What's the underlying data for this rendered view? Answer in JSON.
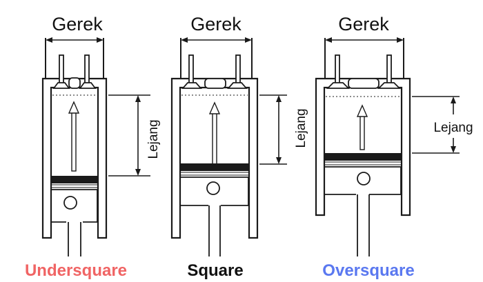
{
  "diagram": {
    "engines": [
      {
        "bore_label": "Gerek",
        "stroke_label": "Lejang",
        "caption": "Undersquare",
        "caption_color": "#f06464"
      },
      {
        "bore_label": "Gerek",
        "stroke_label": "Lejang",
        "caption": "Square",
        "caption_color": "#111111"
      },
      {
        "bore_label": "Gerek",
        "stroke_label": "Lejang",
        "caption": "Oversquare",
        "caption_color": "#5a78f0"
      }
    ]
  }
}
